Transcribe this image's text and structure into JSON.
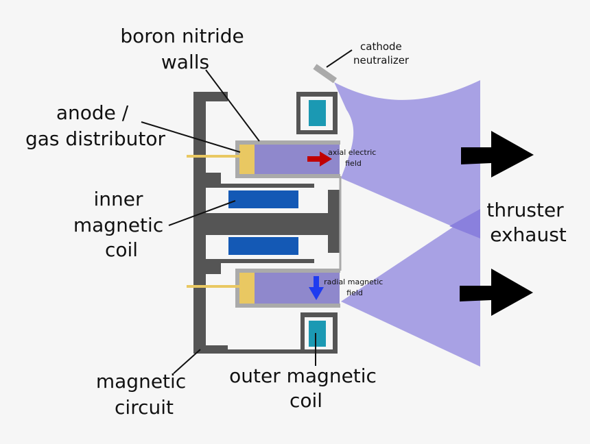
{
  "labels": {
    "boron_nitride": [
      "boron nitride",
      "walls"
    ],
    "anode": [
      "anode /",
      "gas distributor"
    ],
    "inner_coil": [
      "inner",
      "magnetic",
      "coil"
    ],
    "magnetic_circuit": [
      "magnetic",
      "circuit"
    ],
    "outer_coil": [
      "outer magnetic",
      "coil"
    ],
    "cathode": [
      "cathode",
      "neutralizer"
    ],
    "axial_field": [
      "axial electric",
      "field"
    ],
    "radial_field": [
      "radial magnetic",
      "field"
    ],
    "exhaust": [
      "thruster",
      "exhaust"
    ]
  },
  "colors": {
    "magnetic_circuit": "#555555",
    "walls": "#aaaaaa",
    "channel": "#8f88cc",
    "anode": "#e9c862",
    "inner_coil": "#1459b5",
    "outer_coil": "#1b99b3",
    "plume": "#a39ce3",
    "axial_arrow": "#c00000",
    "radial_arrow": "#1f3cf0",
    "exhaust_arrow": "#000000"
  }
}
